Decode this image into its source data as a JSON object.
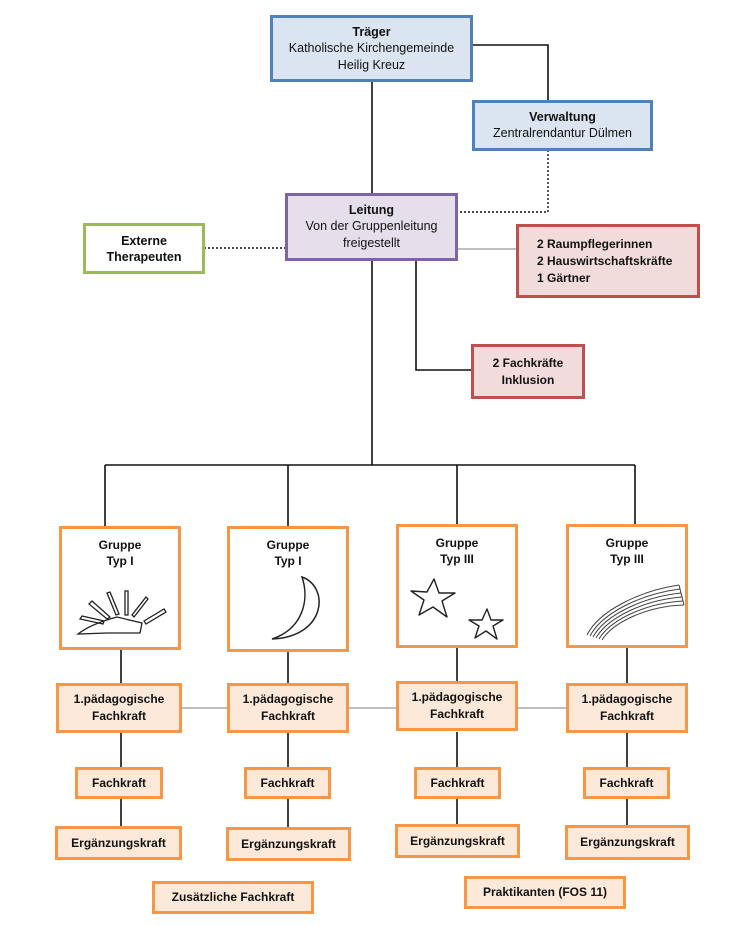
{
  "traeger": {
    "title": "Träger",
    "line1": "Katholische Kirchengemeinde",
    "line2": "Heilig Kreuz"
  },
  "verwaltung": {
    "title": "Verwaltung",
    "line1": "Zentralrendantur  Dülmen"
  },
  "leitung": {
    "title": "Leitung",
    "line1": "Von der Gruppenleitung",
    "line2": "freigestellt"
  },
  "externe": {
    "line1": "Externe",
    "line2": "Therapeuten"
  },
  "staff": {
    "line1": "2 Raumpflegerinnen",
    "line2": "2 Hauswirtschaftskräfte",
    "line3": "1 Gärtner"
  },
  "inklusion": {
    "line1": "2 Fachkräfte",
    "line2": "Inklusion"
  },
  "groups": [
    {
      "title": "Gruppe",
      "type": "Typ I",
      "icon": "sun-icon",
      "lead1": "1.pädagogische",
      "lead2": "Fachkraft",
      "fach": "Fachkraft",
      "erg": "Ergänzungskraft"
    },
    {
      "title": "Gruppe",
      "type": "Typ I",
      "icon": "moon-icon",
      "lead1": "1.pädagogische",
      "lead2": "Fachkraft",
      "fach": "Fachkraft",
      "erg": "Ergänzungskraft"
    },
    {
      "title": "Gruppe",
      "type": "Typ III",
      "icon": "stars-icon",
      "lead1": "1.pädagogische",
      "lead2": "Fachkraft",
      "fach": "Fachkraft",
      "erg": "Ergänzungskraft"
    },
    {
      "title": "Gruppe",
      "type": "Typ III",
      "icon": "rainbow-icon",
      "lead1": "1.pädagogische",
      "lead2": "Fachkraft",
      "fach": "Fachkraft",
      "erg": "Ergänzungskraft"
    }
  ],
  "extra": {
    "zusatz": "Zusätzliche Fachkraft",
    "praktikanten": "Praktikanten (FOS 11)"
  },
  "colors": {
    "blue": "#4f81bd",
    "purple": "#8064a2",
    "green": "#9bbb59",
    "red": "#c0504d",
    "orange": "#f79646"
  }
}
